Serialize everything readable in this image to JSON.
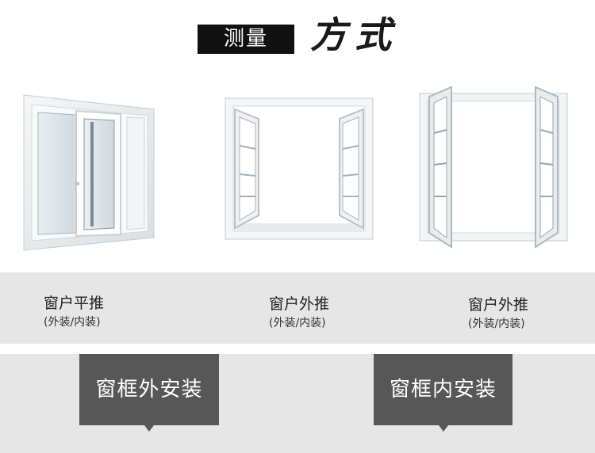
{
  "header": {
    "box_label": "测量",
    "title": "方式"
  },
  "captions": [
    {
      "main": "窗户平推",
      "sub": "(外装/内装)"
    },
    {
      "main": "窗户外推",
      "sub": "(外装/内装)"
    },
    {
      "main": "窗户外推",
      "sub": "(外装/内装)"
    }
  ],
  "tags": [
    {
      "label": "窗框外安装"
    },
    {
      "label": "窗框内安装"
    }
  ],
  "colors": {
    "header_box": "#111111",
    "band": "#e6e6e6",
    "tag": "#575757"
  }
}
